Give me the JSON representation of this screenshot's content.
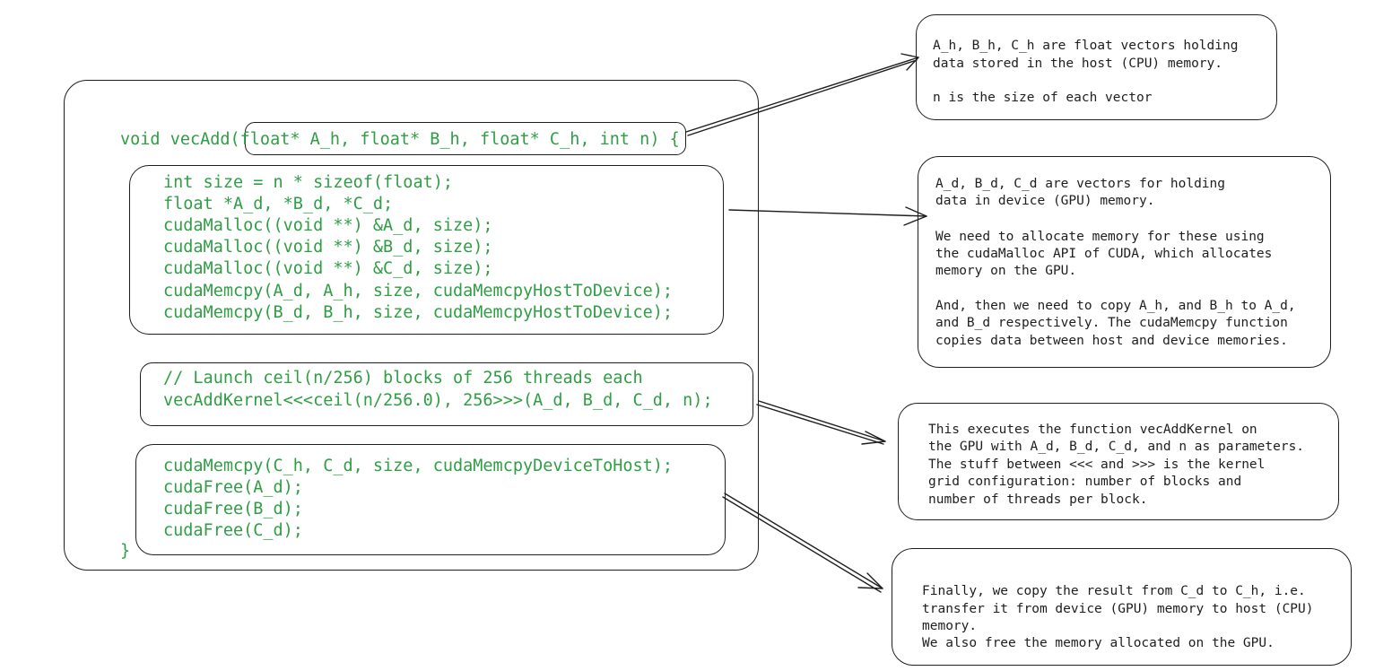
{
  "code": {
    "signature_prefix": "void vecAdd(",
    "signature_params": "float* A_h, float* B_h, float* C_h, int n",
    "signature_suffix": ") {",
    "alloc_block": [
      "int size = n * sizeof(float);",
      "float *A_d, *B_d, *C_d;",
      "cudaMalloc((void **) &A_d, size);",
      "cudaMalloc((void **) &B_d, size);",
      "cudaMalloc((void **) &C_d, size);",
      "cudaMemcpy(A_d, A_h, size, cudaMemcpyHostToDevice);",
      "cudaMemcpy(B_d, B_h, size, cudaMemcpyHostToDevice);"
    ],
    "launch_block": [
      "// Launch ceil(n/256) blocks of 256 threads each",
      "vecAddKernel<<<ceil(n/256.0), 256>>>(A_d, B_d, C_d, n);"
    ],
    "free_block": [
      "cudaMemcpy(C_h, C_d, size, cudaMemcpyDeviceToHost);",
      "cudaFree(A_d);",
      "cudaFree(B_d);",
      "cudaFree(C_d);"
    ],
    "closing_brace": "}"
  },
  "notes": {
    "host_vectors": [
      "A_h, B_h, C_h are float vectors holding",
      "data stored in the host (CPU) memory.",
      "",
      "n is the size of each vector"
    ],
    "device_vectors": [
      "A_d, B_d, C_d are vectors for holding",
      "data in device (GPU) memory.",
      "",
      "We need to allocate memory for these using",
      "the cudaMalloc API of CUDA, which allocates",
      "memory on the GPU.",
      "",
      "And, then we need to copy A_h, and B_h to A_d,",
      "and B_d respectively. The cudaMemcpy function",
      "copies data between host and device memories."
    ],
    "kernel_launch": [
      "This executes the function vecAddKernel on",
      "the GPU with A_d, B_d, C_d, and n as parameters.",
      "The stuff between <<< and >>> is the kernel",
      "grid configuration: number of blocks and",
      "number of threads per block."
    ],
    "copy_back_free": [
      "Finally, we copy the result from C_d to C_h, i.e.",
      "transfer it from device (GPU) memory to host (CPU)",
      "memory.",
      "We also free the memory allocated on the GPU."
    ]
  },
  "colors": {
    "code_text": "#2f9e44",
    "stroke": "#1e1e1e",
    "background": "#ffffff"
  }
}
